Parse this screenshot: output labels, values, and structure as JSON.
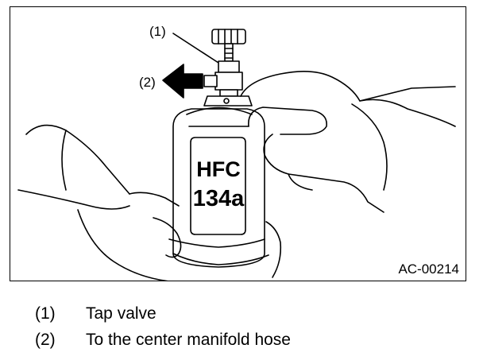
{
  "figure": {
    "id": "AC-00214",
    "can_text": [
      "HFC",
      "134a"
    ],
    "callouts": [
      "(1)",
      "(2)"
    ]
  },
  "legend": [
    {
      "num": "(1)",
      "text": "Tap valve"
    },
    {
      "num": "(2)",
      "text": "To the center manifold hose"
    }
  ],
  "icons": [
    "arrow-left-icon",
    "tap-valve-icon",
    "refrigerant-can-icon",
    "hand-icon"
  ]
}
